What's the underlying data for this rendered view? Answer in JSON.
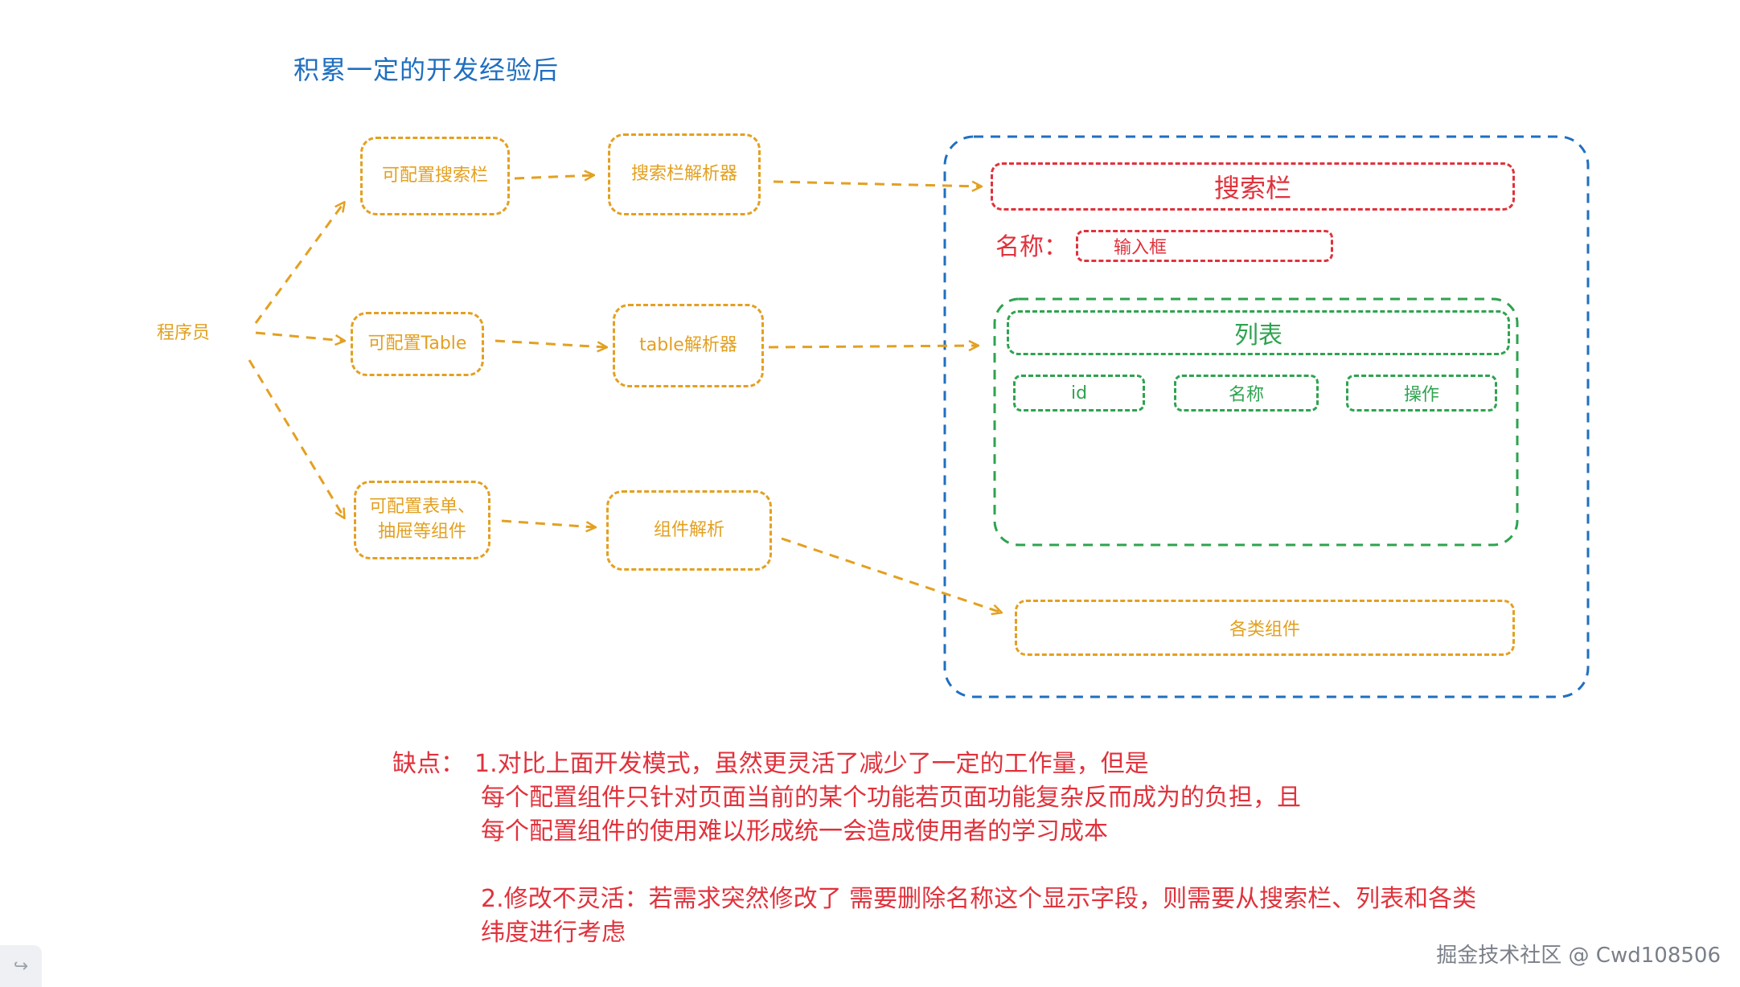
{
  "heading": "积累一定的开发经验后",
  "actor": "程序员",
  "configs": {
    "search": "可配置搜索栏",
    "table": "可配置Table",
    "form_line1": "可配置表单、",
    "form_line2": "抽屉等组件"
  },
  "parsers": {
    "search": "搜索栏解析器",
    "table": "table解析器",
    "component": "组件解析"
  },
  "page": {
    "search_bar": "搜索栏",
    "name_label": "名称：",
    "input_placeholder": "输入框",
    "list_title": "列表",
    "columns": [
      "id",
      "名称",
      "操作"
    ],
    "components": "各类组件"
  },
  "notes": {
    "prefix": "缺点：",
    "item1_line1": "1.对比上面开发模式，虽然更灵活了减少了一定的工作量，但是",
    "item1_line2": "每个配置组件只针对页面当前的某个功能若页面功能复杂反而成为的负担，且",
    "item1_line3": "每个配置组件的使用难以形成统一会造成使用者的学习成本",
    "item2_line1": "2.修改不灵活：若需求突然修改了 需要删除名称这个显示字段，则需要从搜索栏、列表和各类",
    "item2_line2": "纬度进行考虑"
  },
  "watermark": "掘金技术社区 @ Cwd108506",
  "colors": {
    "orange": "#e3a021",
    "red": "#e0323c",
    "green": "#2ea34f",
    "blue": "#1f6fc0"
  }
}
